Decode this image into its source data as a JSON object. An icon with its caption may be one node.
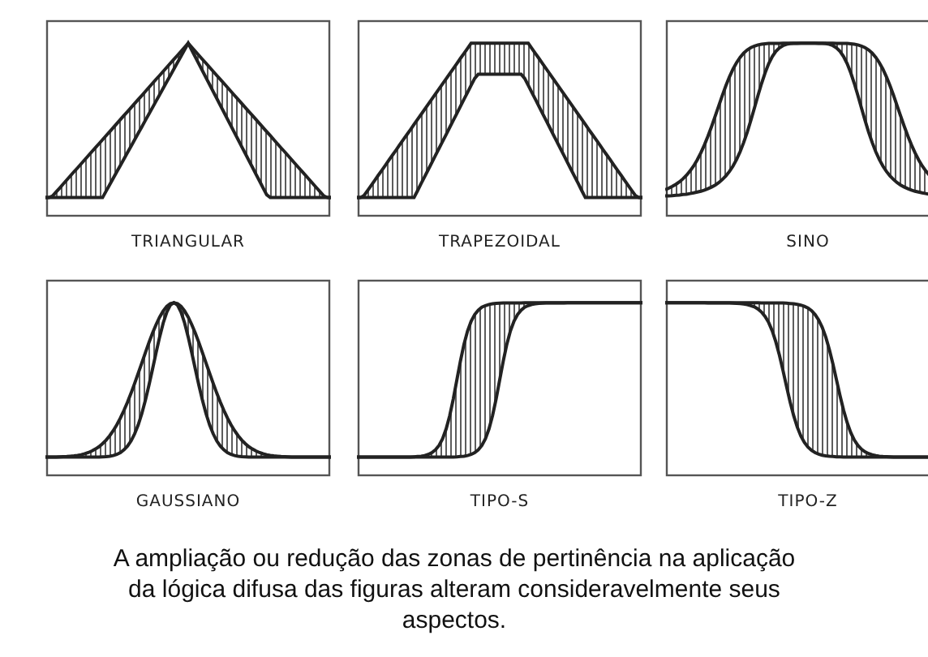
{
  "diagram": {
    "caption": "A ampliação ou redução das zonas de pertinência na aplicação da lógica difusa das figuras alteram consideravelmente seus aspectos.",
    "nodes": [
      {
        "text": [
          "TRIANGULAR"
        ]
      },
      {
        "text": [
          "TRAPEZOIDAL"
        ]
      },
      {
        "text": [
          "SINO"
        ]
      },
      {
        "text": [
          "GAUSSIANO"
        ]
      },
      {
        "text": [
          "TIPO-S"
        ]
      },
      {
        "text": [
          "TIPO-Z"
        ]
      }
    ]
  }
}
